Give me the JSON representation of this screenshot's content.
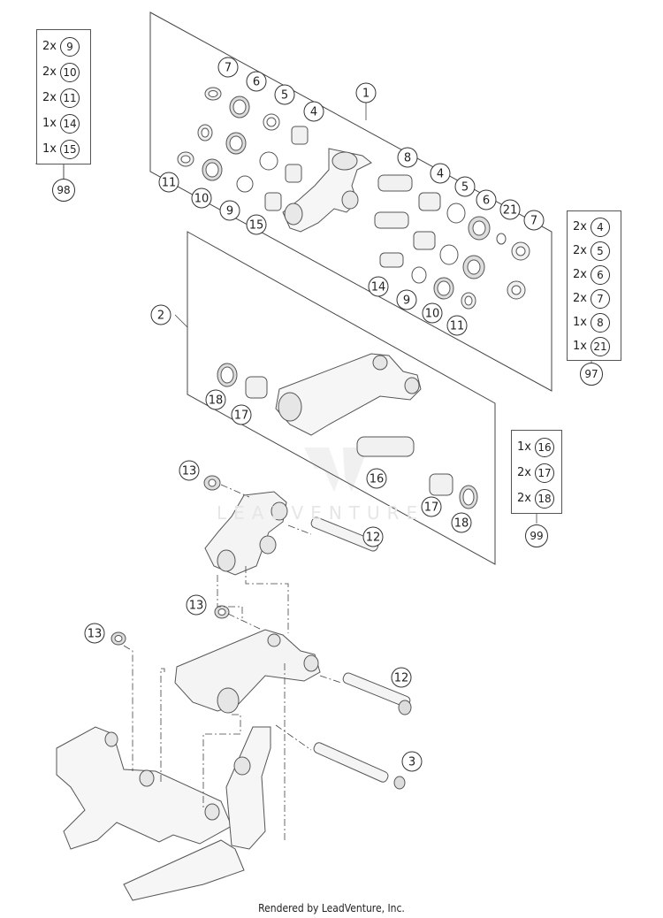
{
  "kits": [
    {
      "id": "98",
      "items": [
        {
          "qty": "2x",
          "part": "9"
        },
        {
          "qty": "2x",
          "part": "10"
        },
        {
          "qty": "2x",
          "part": "11"
        },
        {
          "qty": "1x",
          "part": "14"
        },
        {
          "qty": "1x",
          "part": "15"
        }
      ]
    },
    {
      "id": "97",
      "items": [
        {
          "qty": "2x",
          "part": "4"
        },
        {
          "qty": "2x",
          "part": "5"
        },
        {
          "qty": "2x",
          "part": "6"
        },
        {
          "qty": "2x",
          "part": "7"
        },
        {
          "qty": "1x",
          "part": "8"
        },
        {
          "qty": "1x",
          "part": "21"
        }
      ]
    },
    {
      "id": "99",
      "items": [
        {
          "qty": "1x",
          "part": "16"
        },
        {
          "qty": "2x",
          "part": "17"
        },
        {
          "qty": "2x",
          "part": "18"
        }
      ]
    }
  ],
  "callouts": [
    "7",
    "6",
    "5",
    "4",
    "1",
    "8",
    "4",
    "5",
    "6",
    "21",
    "7",
    "11",
    "10",
    "9",
    "15",
    "14",
    "9",
    "10",
    "11",
    "2",
    "18",
    "17",
    "16",
    "17",
    "18",
    "13",
    "12",
    "13",
    "13",
    "12",
    "3"
  ],
  "watermark": "LEADVENTURE",
  "footer": "Rendered by LeadVenture, Inc."
}
